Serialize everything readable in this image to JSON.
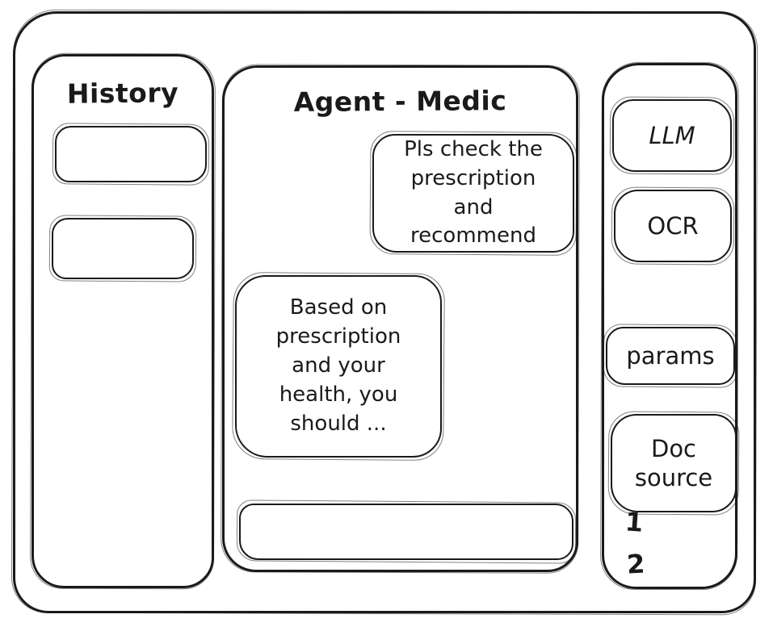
{
  "canvas": {
    "background": "#ffffff",
    "ink_color": "#1a1a1a"
  },
  "history_panel": {
    "title": "History"
  },
  "chat_panel": {
    "title": "Agent - Medic",
    "messages": [
      {
        "role": "user",
        "text": "Pls check the prescription and recommend"
      },
      {
        "role": "agent",
        "text": "Based on prescription and your health, you should ..."
      }
    ],
    "input_value": ""
  },
  "tools_panel": {
    "buttons": [
      {
        "label": "LLM"
      },
      {
        "label": "OCR"
      },
      {
        "label": "params"
      },
      {
        "label": "Doc source"
      }
    ],
    "doc_source_items": [
      {
        "label": "1"
      },
      {
        "label": "2"
      }
    ]
  }
}
